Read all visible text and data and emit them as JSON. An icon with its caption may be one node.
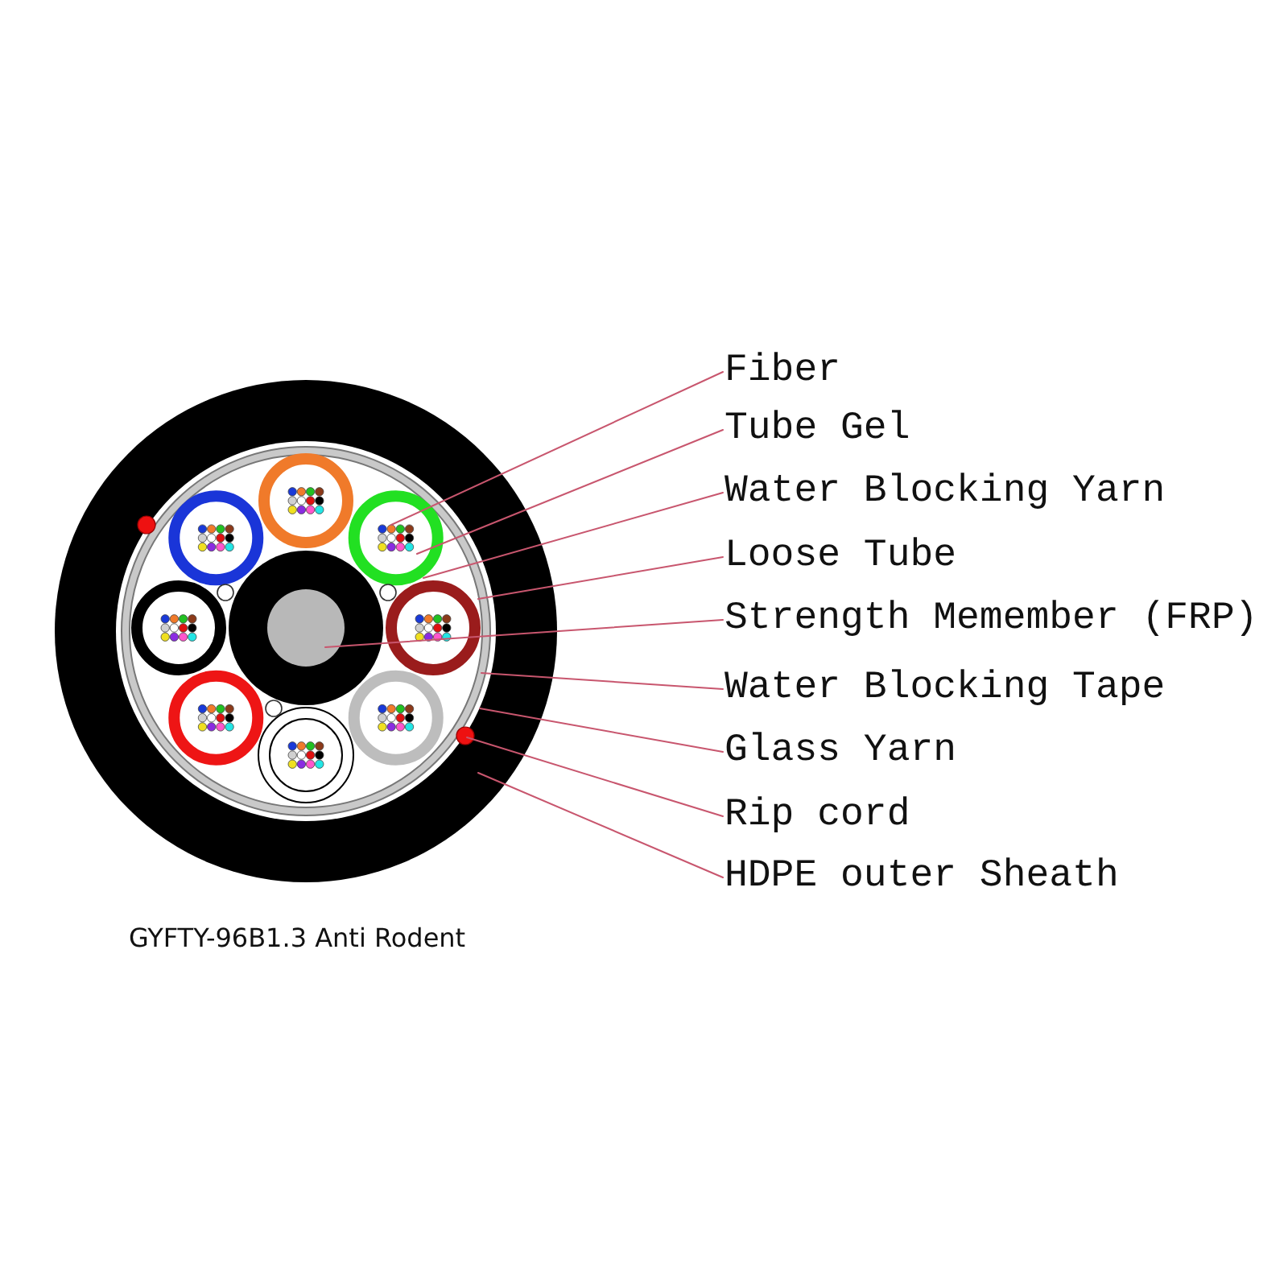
{
  "diagram": {
    "caption": "GYFTY-96B1.3 Anti Rodent",
    "nodes": [
      {
        "text": [
          "Fiber"
        ]
      },
      {
        "text": [
          "Tube Gel"
        ]
      },
      {
        "text": [
          "Water Blocking Yarn"
        ]
      },
      {
        "text": [
          "Loose Tube"
        ]
      },
      {
        "text": [
          "Strength Memember (FRP)"
        ]
      },
      {
        "text": [
          "Water Blocking Tape"
        ]
      },
      {
        "text": [
          "Glass Yarn"
        ]
      },
      {
        "text": [
          "Rip cord"
        ]
      },
      {
        "text": [
          "HDPE outer Sheath"
        ]
      }
    ],
    "edges": [
      {
        "from": 0,
        "to": null,
        "arrow": "none"
      },
      {
        "from": 1,
        "to": null,
        "arrow": "none"
      },
      {
        "from": 2,
        "to": null,
        "arrow": "none"
      },
      {
        "from": 3,
        "to": null,
        "arrow": "none"
      },
      {
        "from": 4,
        "to": null,
        "arrow": "none"
      },
      {
        "from": 5,
        "to": null,
        "arrow": "none"
      },
      {
        "from": 6,
        "to": null,
        "arrow": "none"
      },
      {
        "from": 7,
        "to": null,
        "arrow": "none"
      },
      {
        "from": 8,
        "to": null,
        "arrow": "none"
      }
    ]
  }
}
